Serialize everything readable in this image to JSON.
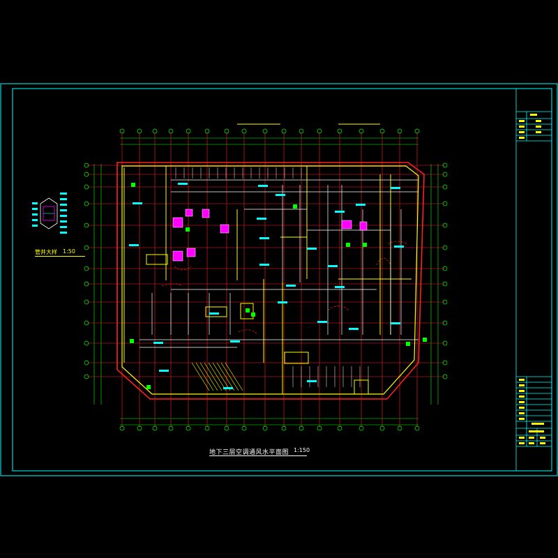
{
  "sheet": {
    "title": "地下三层空调通风水平面图",
    "scale": "1:150",
    "detail_title": "管井大样",
    "detail_scale": "1:50"
  },
  "colors": {
    "frame": "#00ffff",
    "axis": "#ff2020",
    "wall": "#ffff00",
    "duct": "#ffffff",
    "pipe_magenta": "#ff00ff",
    "pipe_cyan": "#00ffff",
    "grid_green": "#00ff00",
    "room_fill": "#ff00ff"
  }
}
